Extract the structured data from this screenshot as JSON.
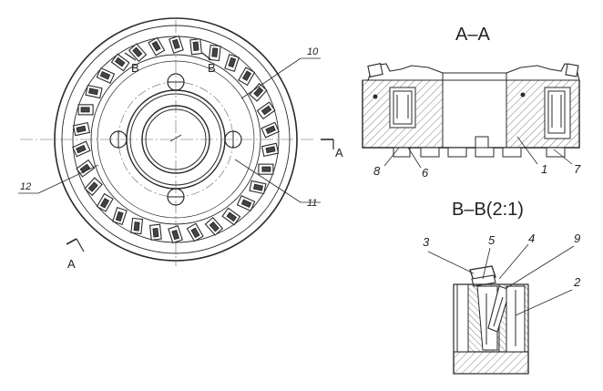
{
  "section_aa": "A–A",
  "section_bb": "B–B(2:1)",
  "section_marks": {
    "a_right": "A",
    "a_left": "A",
    "b_left": "B",
    "b_right": "B"
  },
  "callouts": {
    "c1": "1",
    "c2": "2",
    "c3": "3",
    "c4": "4",
    "c5": "5",
    "c6": "6",
    "c7": "7",
    "c8": "8",
    "c9": "9",
    "c10": "10",
    "c11": "11",
    "c12": "12"
  },
  "colors": {
    "line": "#2a2a2a",
    "thin": "#555555"
  }
}
